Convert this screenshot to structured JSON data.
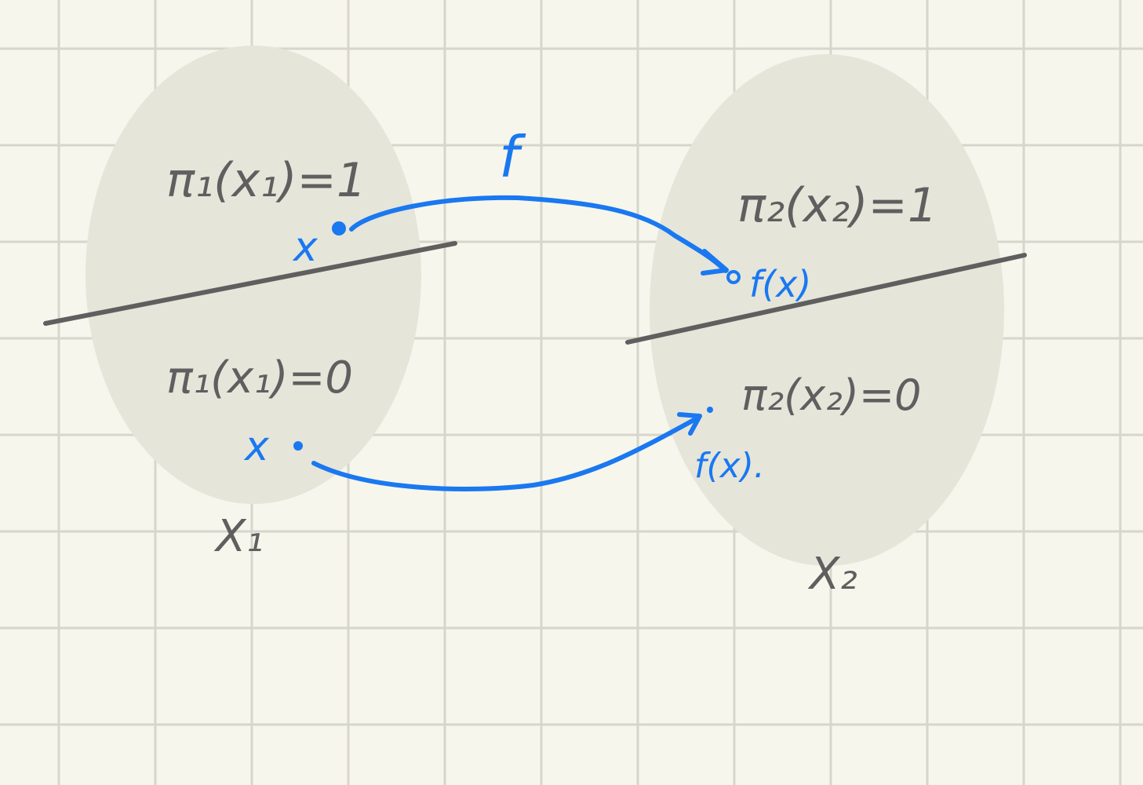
{
  "colors": {
    "paper": "#f7f6ec",
    "grid": "#d6d6cc",
    "blob": "#e6e5da",
    "ink_gray": "#5f5f5f",
    "ink_blue": "#1a78f0"
  },
  "left_space": {
    "label": "X₁",
    "upper_region_label": "π₁(x₁)=1",
    "lower_region_label": "π₁(x₁)=0",
    "upper_point_label": "x",
    "lower_point_label": "x"
  },
  "right_space": {
    "label": "X₂",
    "upper_region_label": "π₂(x₂)=1",
    "lower_region_label": "π₂(x₂)=0",
    "upper_point_label": "f(x)",
    "lower_point_label": "f(x)."
  },
  "map_label": "f"
}
